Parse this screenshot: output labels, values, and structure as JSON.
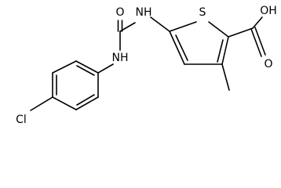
{
  "structure": {
    "atom_labels": {
      "O_carbonyl": "O",
      "NH_left": "NH",
      "NH_top": "NH",
      "S": "S",
      "OH": "OH",
      "O_acid": "O",
      "Cl": "Cl"
    }
  }
}
